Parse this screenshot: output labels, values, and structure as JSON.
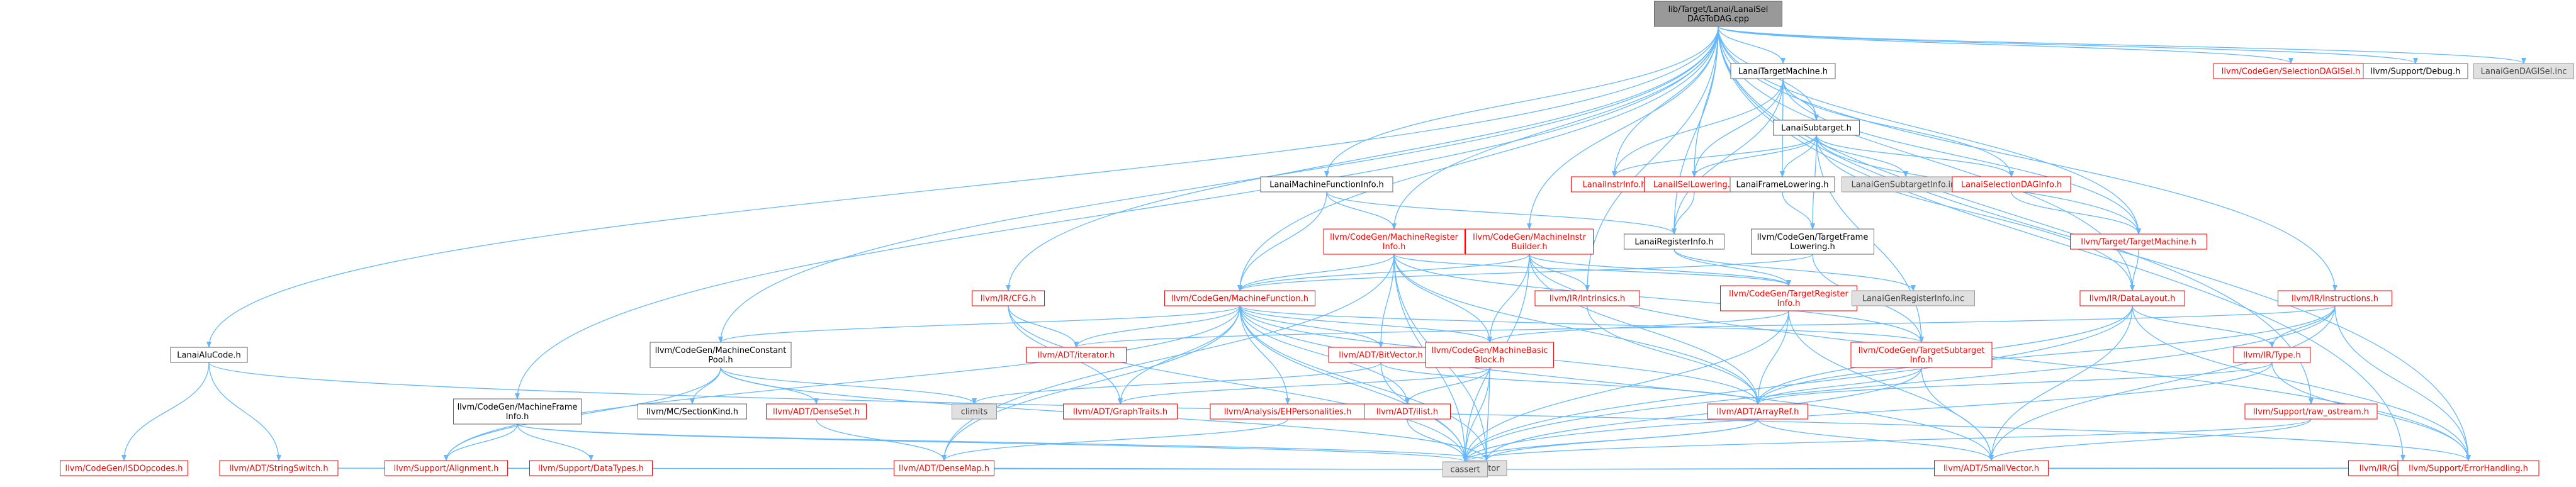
{
  "colors": {
    "edge": "#63b8ff",
    "root_fill": "#999999",
    "root_border": "#666666",
    "default_border": "#666666",
    "default_text": "#000000",
    "link_border": "#ff0000",
    "link_text": "#ff0000",
    "gray_fill": "#e0e0e0",
    "gray_border": "#999999",
    "gray_text": "#444444"
  },
  "nodes": [
    {
      "id": "root",
      "label": [
        "lib/Target/Lanai/LanaiSel",
        "DAGToDAG.cpp"
      ],
      "style": "root"
    },
    {
      "id": "lanaiTM",
      "label": [
        "LanaiTargetMachine.h"
      ],
      "style": "default"
    },
    {
      "id": "lanaiSub",
      "label": [
        "LanaiSubtarget.h"
      ],
      "style": "default"
    },
    {
      "id": "lanaiInstr",
      "label": [
        "LanaiInstrInfo.h"
      ],
      "style": "link"
    },
    {
      "id": "lanaiISel",
      "label": [
        "LanaiISelLowering.h"
      ],
      "style": "link"
    },
    {
      "id": "lanaiFrame",
      "label": [
        "LanaiFrameLowering.h"
      ],
      "style": "default"
    },
    {
      "id": "lanaiGenSub",
      "label": [
        "LanaiGenSubtargetInfo.inc"
      ],
      "style": "gray"
    },
    {
      "id": "lanaiSelDAG",
      "label": [
        "LanaiSelectionDAGInfo.h"
      ],
      "style": "link"
    },
    {
      "id": "targetMachine",
      "label": [
        "llvm/Target/TargetMachine.h"
      ],
      "style": "link"
    },
    {
      "id": "selDAGISel",
      "label": [
        "llvm/CodeGen/SelectionDAGISel.h"
      ],
      "style": "link"
    },
    {
      "id": "supportDebug",
      "label": [
        "llvm/Support/Debug.h"
      ],
      "style": "default"
    },
    {
      "id": "lanaiGenDAG",
      "label": [
        "LanaiGenDAGISel.inc"
      ],
      "style": "gray"
    },
    {
      "id": "lanaiMFI",
      "label": [
        "LanaiMachineFunctionInfo.h"
      ],
      "style": "default"
    },
    {
      "id": "lanaiRegInfo",
      "label": [
        "LanaiRegisterInfo.h"
      ],
      "style": "default"
    },
    {
      "id": "tfl",
      "label": [
        "llvm/CodeGen/TargetFrame",
        "Lowering.h"
      ],
      "style": "default"
    },
    {
      "id": "mri",
      "label": [
        "llvm/CodeGen/MachineRegister",
        "Info.h"
      ],
      "style": "link"
    },
    {
      "id": "mib",
      "label": [
        "llvm/CodeGen/MachineInstr",
        "Builder.h"
      ],
      "style": "link"
    },
    {
      "id": "cfg",
      "label": [
        "llvm/IR/CFG.h"
      ],
      "style": "link"
    },
    {
      "id": "dataLayout",
      "label": [
        "llvm/IR/DataLayout.h"
      ],
      "style": "link"
    },
    {
      "id": "instructions",
      "label": [
        "llvm/IR/Instructions.h"
      ],
      "style": "link"
    },
    {
      "id": "intrinsics",
      "label": [
        "llvm/IR/Intrinsics.h"
      ],
      "style": "link"
    },
    {
      "id": "tri",
      "label": [
        "llvm/CodeGen/TargetRegister",
        "Info.h"
      ],
      "style": "link"
    },
    {
      "id": "lanaiGenReg",
      "label": [
        "LanaiGenRegisterInfo.inc"
      ],
      "style": "gray"
    },
    {
      "id": "mf",
      "label": [
        "llvm/CodeGen/MachineFunction.h"
      ],
      "style": "link"
    },
    {
      "id": "mcp",
      "label": [
        "llvm/CodeGen/MachineConstant",
        "Pool.h"
      ],
      "style": "default"
    },
    {
      "id": "iterator",
      "label": [
        "llvm/ADT/iterator.h"
      ],
      "style": "link"
    },
    {
      "id": "bitvector",
      "label": [
        "llvm/ADT/BitVector.h"
      ],
      "style": "link"
    },
    {
      "id": "mbb",
      "label": [
        "llvm/CodeGen/MachineBasic",
        "Block.h"
      ],
      "style": "link"
    },
    {
      "id": "tsi",
      "label": [
        "llvm/CodeGen/TargetSubtarget",
        "Info.h"
      ],
      "style": "link"
    },
    {
      "id": "irtype",
      "label": [
        "llvm/IR/Type.h"
      ],
      "style": "link"
    },
    {
      "id": "sectionKind",
      "label": [
        "llvm/MC/SectionKind.h"
      ],
      "style": "default"
    },
    {
      "id": "densesetH",
      "label": [
        "llvm/ADT/DenseSet.h"
      ],
      "style": "link"
    },
    {
      "id": "climits",
      "label": [
        "climits"
      ],
      "style": "gray"
    },
    {
      "id": "graphTraits",
      "label": [
        "llvm/ADT/GraphTraits.h"
      ],
      "style": "link"
    },
    {
      "id": "ehpers",
      "label": [
        "llvm/Analysis/EHPersonalities.h"
      ],
      "style": "link"
    },
    {
      "id": "ilist",
      "label": [
        "llvm/ADT/ilist.h"
      ],
      "style": "link"
    },
    {
      "id": "arrayRef",
      "label": [
        "llvm/ADT/ArrayRef.h"
      ],
      "style": "link"
    },
    {
      "id": "rawOstream",
      "label": [
        "llvm/Support/raw_ostream.h"
      ],
      "style": "link"
    },
    {
      "id": "globalValue",
      "label": [
        "llvm/IR/GlobalValue.h"
      ],
      "style": "link"
    },
    {
      "id": "lanaiAluCode",
      "label": [
        "LanaiAluCode.h"
      ],
      "style": "default"
    },
    {
      "id": "mfi",
      "label": [
        "llvm/CodeGen/MachineFrame",
        "Info.h"
      ],
      "style": "default"
    },
    {
      "id": "isdOpcodes",
      "label": [
        "llvm/CodeGen/ISDOpcodes.h"
      ],
      "style": "link"
    },
    {
      "id": "stringSwitch",
      "label": [
        "llvm/ADT/StringSwitch.h"
      ],
      "style": "link"
    },
    {
      "id": "alignment",
      "label": [
        "llvm/Support/Alignment.h"
      ],
      "style": "link"
    },
    {
      "id": "dataTypes",
      "label": [
        "llvm/Support/DataTypes.h"
      ],
      "style": "link"
    },
    {
      "id": "denseMap",
      "label": [
        "llvm/ADT/DenseMap.h"
      ],
      "style": "link"
    },
    {
      "id": "vector",
      "label": [
        "vector"
      ],
      "style": "gray"
    },
    {
      "id": "smallVector",
      "label": [
        "llvm/ADT/SmallVector.h"
      ],
      "style": "link"
    },
    {
      "id": "cassert",
      "label": [
        "cassert"
      ],
      "style": "gray"
    },
    {
      "id": "errorHandling",
      "label": [
        "llvm/Support/ErrorHandling.h"
      ],
      "style": "link"
    }
  ],
  "edges": [
    [
      "root",
      "lanaiTM"
    ],
    [
      "root",
      "lanaiSub"
    ],
    [
      "root",
      "lanaiISel"
    ],
    [
      "root",
      "lanaiRegInfo"
    ],
    [
      "root",
      "lanaiMFI"
    ],
    [
      "root",
      "lanaiAluCode"
    ],
    [
      "root",
      "mcp"
    ],
    [
      "root",
      "mfi"
    ],
    [
      "root",
      "mf"
    ],
    [
      "root",
      "mri"
    ],
    [
      "root",
      "mib"
    ],
    [
      "root",
      "cfg"
    ],
    [
      "root",
      "instructions"
    ],
    [
      "root",
      "intrinsics"
    ],
    [
      "root",
      "globalValue"
    ],
    [
      "root",
      "selDAGISel"
    ],
    [
      "root",
      "supportDebug"
    ],
    [
      "root",
      "errorHandling"
    ],
    [
      "root",
      "rawOstream"
    ],
    [
      "root",
      "targetMachine"
    ],
    [
      "root",
      "lanaiGenDAG"
    ],
    [
      "root",
      "lanaiInstr"
    ],
    [
      "root",
      "dataLayout"
    ],
    [
      "lanaiTM",
      "lanaiSub"
    ],
    [
      "lanaiTM",
      "lanaiFrame"
    ],
    [
      "lanaiTM",
      "lanaiISel"
    ],
    [
      "lanaiTM",
      "lanaiInstr"
    ],
    [
      "lanaiTM",
      "lanaiSelDAG"
    ],
    [
      "lanaiTM",
      "targetMachine"
    ],
    [
      "lanaiTM",
      "lanaiRegInfo"
    ],
    [
      "lanaiSub",
      "lanaiFrame"
    ],
    [
      "lanaiSub",
      "lanaiISel"
    ],
    [
      "lanaiSub",
      "lanaiInstr"
    ],
    [
      "lanaiSub",
      "lanaiSelDAG"
    ],
    [
      "lanaiSub",
      "lanaiGenSub"
    ],
    [
      "lanaiSub",
      "tfl"
    ],
    [
      "lanaiSub",
      "tsi"
    ],
    [
      "lanaiSub",
      "dataLayout"
    ],
    [
      "lanaiSub",
      "targetMachine"
    ],
    [
      "lanaiISel",
      "lanaiRegInfo"
    ],
    [
      "lanaiFrame",
      "tfl"
    ],
    [
      "lanaiSelDAG",
      "targetMachine"
    ],
    [
      "lanaiMFI",
      "lanaiRegInfo"
    ],
    [
      "lanaiMFI",
      "mf"
    ],
    [
      "lanaiMFI",
      "mri"
    ],
    [
      "lanaiRegInfo",
      "tri"
    ],
    [
      "lanaiRegInfo",
      "lanaiGenReg"
    ],
    [
      "tfl",
      "mf"
    ],
    [
      "tfl",
      "tsi"
    ],
    [
      "mri",
      "mf"
    ],
    [
      "mri",
      "mbb"
    ],
    [
      "mri",
      "bitvector"
    ],
    [
      "mri",
      "tsi"
    ],
    [
      "mri",
      "arrayRef"
    ],
    [
      "mri",
      "vector"
    ],
    [
      "mri",
      "cassert"
    ],
    [
      "mri",
      "denseMap"
    ],
    [
      "mri",
      "tri"
    ],
    [
      "mib",
      "mf"
    ],
    [
      "mib",
      "mbb"
    ],
    [
      "mib",
      "intrinsics"
    ],
    [
      "mib",
      "tri"
    ],
    [
      "mib",
      "arrayRef"
    ],
    [
      "mib",
      "cassert"
    ],
    [
      "mib",
      "errorHandling"
    ],
    [
      "cfg",
      "iterator"
    ],
    [
      "cfg",
      "graphTraits"
    ],
    [
      "cfg",
      "cassert"
    ],
    [
      "targetMachine",
      "dataLayout"
    ],
    [
      "dataLayout",
      "irtype"
    ],
    [
      "dataLayout",
      "smallVector"
    ],
    [
      "dataLayout",
      "arrayRef"
    ],
    [
      "dataLayout",
      "cassert"
    ],
    [
      "dataLayout",
      "errorHandling"
    ],
    [
      "instructions",
      "irtype"
    ],
    [
      "instructions",
      "iterator"
    ],
    [
      "instructions",
      "arrayRef"
    ],
    [
      "instructions",
      "smallVector"
    ],
    [
      "instructions",
      "cassert"
    ],
    [
      "instructions",
      "errorHandling"
    ],
    [
      "intrinsics",
      "arrayRef"
    ],
    [
      "tri",
      "arrayRef"
    ],
    [
      "tri",
      "smallVector"
    ],
    [
      "tri",
      "mbb"
    ],
    [
      "tri",
      "cassert"
    ],
    [
      "mf",
      "mcp"
    ],
    [
      "mf",
      "iterator"
    ],
    [
      "mf",
      "bitvector"
    ],
    [
      "mf",
      "mbb"
    ],
    [
      "mf",
      "tsi"
    ],
    [
      "mf",
      "graphTraits"
    ],
    [
      "mf",
      "ehpers"
    ],
    [
      "mf",
      "ilist"
    ],
    [
      "mf",
      "arrayRef"
    ],
    [
      "mf",
      "smallVector"
    ],
    [
      "mf",
      "vector"
    ],
    [
      "mf",
      "cassert"
    ],
    [
      "mf",
      "denseMap"
    ],
    [
      "mf",
      "alignment"
    ],
    [
      "mcp",
      "sectionKind"
    ],
    [
      "mcp",
      "densesetH"
    ],
    [
      "mcp",
      "climits"
    ],
    [
      "mcp",
      "alignment"
    ],
    [
      "mcp",
      "vector"
    ],
    [
      "bitvector",
      "arrayRef"
    ],
    [
      "bitvector",
      "climits"
    ],
    [
      "bitvector",
      "cassert"
    ],
    [
      "mbb",
      "graphTraits"
    ],
    [
      "mbb",
      "ilist"
    ],
    [
      "mbb",
      "vector"
    ],
    [
      "mbb",
      "cassert"
    ],
    [
      "tsi",
      "arrayRef"
    ],
    [
      "tsi",
      "smallVector"
    ],
    [
      "tsi",
      "vector"
    ],
    [
      "irtype",
      "arrayRef"
    ],
    [
      "irtype",
      "cassert"
    ],
    [
      "irtype",
      "errorHandling"
    ],
    [
      "densesetH",
      "denseMap"
    ],
    [
      "ehpers",
      "denseMap"
    ],
    [
      "ilist",
      "cassert"
    ],
    [
      "arrayRef",
      "smallVector"
    ],
    [
      "arrayRef",
      "vector"
    ],
    [
      "arrayRef",
      "cassert"
    ],
    [
      "rawOstream",
      "smallVector"
    ],
    [
      "rawOstream",
      "cassert"
    ],
    [
      "globalValue",
      "cassert"
    ],
    [
      "globalValue",
      "errorHandling"
    ],
    [
      "lanaiAluCode",
      "isdOpcodes"
    ],
    [
      "lanaiAluCode",
      "stringSwitch"
    ],
    [
      "lanaiAluCode",
      "errorHandling"
    ],
    [
      "mfi",
      "alignment"
    ],
    [
      "mfi",
      "dataTypes"
    ],
    [
      "mfi",
      "cassert"
    ],
    [
      "mfi",
      "vector"
    ],
    [
      "stringSwitch",
      "cassert"
    ],
    [
      "alignment",
      "cassert"
    ],
    [
      "denseMap",
      "cassert"
    ],
    [
      "smallVector",
      "errorHandling"
    ],
    [
      "smallVector",
      "cassert"
    ]
  ]
}
